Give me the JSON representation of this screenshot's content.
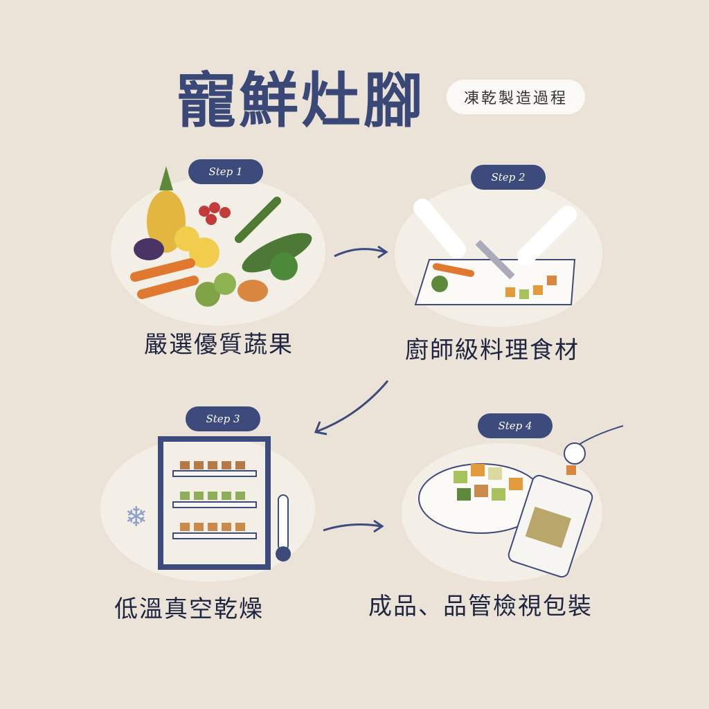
{
  "header": {
    "title": "寵鮮灶腳",
    "subtitle": "凍乾製造過程"
  },
  "steps": [
    {
      "badge": "Step 1",
      "caption": "嚴選優質蔬果"
    },
    {
      "badge": "Step 2",
      "caption": "廚師級料理食材"
    },
    {
      "badge": "Step 3",
      "caption": "低溫真空乾燥"
    },
    {
      "badge": "Step 4",
      "caption": "成品、品管檢視包裝"
    }
  ],
  "colors": {
    "navy": "#3d4a7c",
    "background": "#ebe3d7"
  }
}
